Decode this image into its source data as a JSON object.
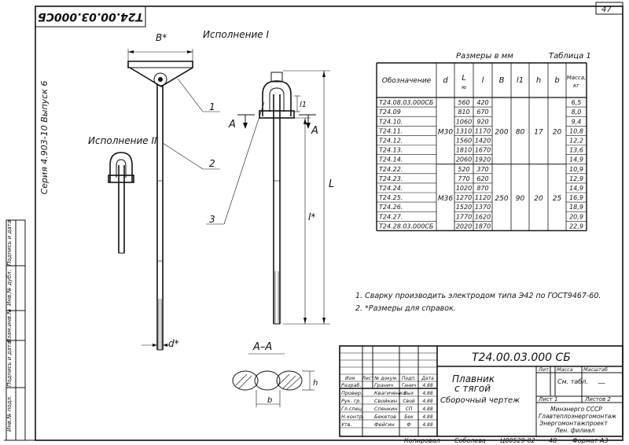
{
  "page_number": "47",
  "top_stamp": "Т24.00.03.000СБ",
  "series_label": "Серия 4.903-10   Выпуск 6",
  "side_stamp_labels": [
    "Инв.№ подл.",
    "Подпись и дата",
    "Взам.инв.№",
    "Инв.№ дубл.",
    "Подпись и дата"
  ],
  "drawing": {
    "variant_1": "Исполнение I",
    "variant_2": "Исполнение II",
    "dim_B": "B*",
    "dim_L": "L",
    "dim_l": "l*",
    "dim_l1": "l1",
    "dim_d": "d*",
    "dim_h": "h",
    "dim_b": "b",
    "section_mark": "A",
    "section_title": "A–A",
    "callouts": [
      "1",
      "2",
      "3"
    ]
  },
  "table": {
    "group_header": "Размеры в мм",
    "table_label": "Таблица 1",
    "columns": [
      "Обозначение",
      "d",
      "L",
      "≈",
      "l",
      "B",
      "l1",
      "h",
      "b",
      "Масса, кг"
    ],
    "groups": [
      {
        "d": "M30",
        "B": "200",
        "l1": "80",
        "h": "17",
        "b": "20",
        "rows": [
          {
            "code": "Т24.08.03.000СБ",
            "L": "560",
            "l": "420",
            "mass": "6,5"
          },
          {
            "code": "Т24.09",
            "L": "810",
            "l": "670",
            "mass": "8,0"
          },
          {
            "code": "Т24.10.",
            "L": "1060",
            "l": "920",
            "mass": "9,4"
          },
          {
            "code": "Т24.11.",
            "L": "1310",
            "l": "1170",
            "mass": "10,8"
          },
          {
            "code": "Т24.12.",
            "L": "1560",
            "l": "1420",
            "mass": "12,2"
          },
          {
            "code": "Т24.13.",
            "L": "1810",
            "l": "1670",
            "mass": "13,6"
          },
          {
            "code": "Т24.14.",
            "L": "2060",
            "l": "1920",
            "mass": "14,9"
          }
        ]
      },
      {
        "d": "M36",
        "B": "250",
        "l1": "90",
        "h": "20",
        "b": "25",
        "rows": [
          {
            "code": "Т24.22.",
            "L": "520",
            "l": "370",
            "mass": "10,9"
          },
          {
            "code": "Т24.23.",
            "L": "770",
            "l": "620",
            "mass": "12,9"
          },
          {
            "code": "Т24.24.",
            "L": "1020",
            "l": "870",
            "mass": "14,9"
          },
          {
            "code": "Т24.25.",
            "L": "1270",
            "l": "1120",
            "mass": "16,9"
          },
          {
            "code": "Т24.26.",
            "L": "1520",
            "l": "1370",
            "mass": "18,9"
          },
          {
            "code": "Т24.27.",
            "L": "1770",
            "l": "1620",
            "mass": "20,9"
          },
          {
            "code": "Т24.28.03.000СБ",
            "L": "2020",
            "l": "1870",
            "mass": "22,9"
          }
        ]
      }
    ]
  },
  "notes": [
    "1. Сварку производить электродом типа Э42 по ГОСТ9467-60.",
    "2. *Размеры для справок."
  ],
  "title_block": {
    "designation": "Т24.00.03.000 СБ",
    "name_lines": [
      "Плавник",
      "с тягой"
    ],
    "doc_type": "Сборочный чертеж",
    "lit_label": "Лит.",
    "mass_label": "Масса",
    "scale_label": "Масштаб",
    "mass_value": "См. табл.",
    "scale_value": "—",
    "sheet_label": "Лист 1",
    "sheets_label": "Листов 2",
    "org_lines": [
      "Минэнерго СССР",
      "Главтеплоэнергомонтаж",
      "Энергомонтажпроект",
      "Лен. филиал"
    ],
    "header_cells": [
      "Изм.",
      "Лист",
      "№ докум.",
      "Подп.",
      "Дата"
    ],
    "signers": [
      {
        "role": "Разраб.",
        "name": "Гранич",
        "sign": "Ганич",
        "date": "4.88"
      },
      {
        "role": "Провер.",
        "name": "Квагиченко",
        "sign": "Вых",
        "date": "4.88"
      },
      {
        "role": "Рук. гр.",
        "name": "Свойкин",
        "sign": "Свой",
        "date": "4.88"
      },
      {
        "role": "Гл.спец.",
        "name": "Спенкин",
        "sign": "СП",
        "date": "4.88"
      },
      {
        "role": "Н.контр.",
        "name": "Бекетов",
        "sign": "Бек",
        "date": "4.88"
      },
      {
        "role": "Утв.",
        "name": "Фейгин",
        "sign": "Ф",
        "date": "4.88"
      }
    ]
  },
  "footer": {
    "copied_label": "Копировал",
    "copied_name": "Соболева",
    "order": "Ц00529-02",
    "order_num": "48",
    "format": "Формат А3"
  }
}
